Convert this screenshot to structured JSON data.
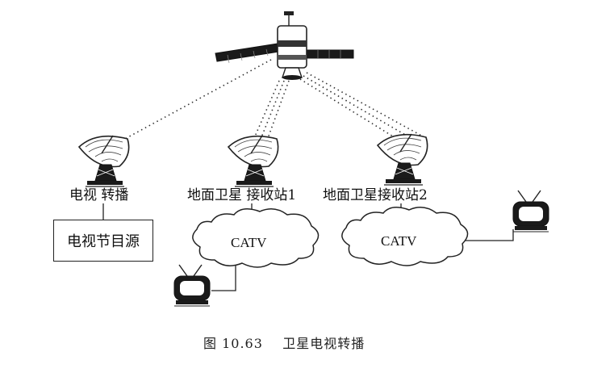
{
  "labels": {
    "relay": "电视 转播",
    "station1": "地面卫星 接收站1",
    "station2": "地面卫星接收站2",
    "source": "电视节目源",
    "catv1": "CATV",
    "catv2": "CATV"
  },
  "caption": {
    "number": "图 10.63",
    "title": "卫星电视转播"
  },
  "colors": {
    "stroke": "#222222",
    "fill_dark": "#1a1a1a"
  },
  "icons": [
    "satellite-icon",
    "dish-antenna-icon",
    "tv-set-icon",
    "cloud-icon"
  ]
}
